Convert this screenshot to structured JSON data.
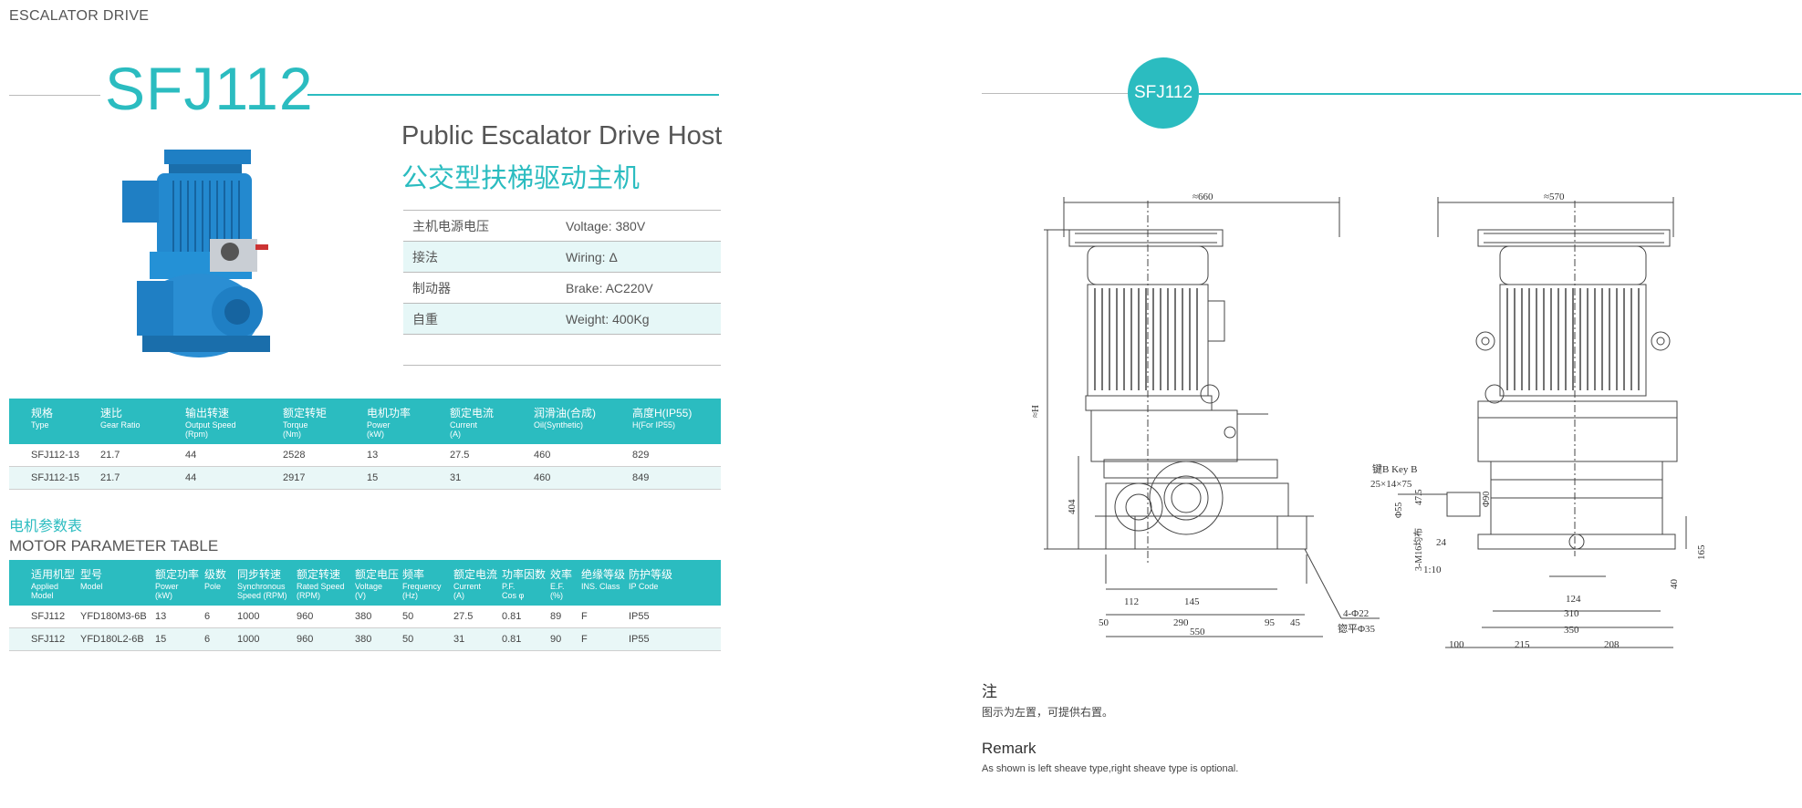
{
  "header": {
    "section": "ESCALATOR DRIVE"
  },
  "left": {
    "model": "SFJ112",
    "subtitle_en": "Public Escalator Drive Host",
    "subtitle_cn": "公交型扶梯驱动主机",
    "specs": [
      {
        "label": "主机电源电压",
        "value": "Voltage: 380V"
      },
      {
        "label": "接法",
        "value": "Wiring: Δ"
      },
      {
        "label": "制动器",
        "value": "Brake: AC220V"
      },
      {
        "label": "自重",
        "value": "Weight: 400Kg"
      }
    ]
  },
  "drive_table": {
    "headers": [
      {
        "cn": "规格",
        "en": "Type"
      },
      {
        "cn": "速比",
        "en": "Gear Ratio"
      },
      {
        "cn": "输出转速",
        "en": "Output Speed (Rpm)"
      },
      {
        "cn": "额定转矩",
        "en": "Torque (Nm)"
      },
      {
        "cn": "电机功率",
        "en": "Power (kW)"
      },
      {
        "cn": "额定电流",
        "en": "Current (A)"
      },
      {
        "cn": "润滑油(合成)",
        "en": "Oil(Synthetic)"
      },
      {
        "cn": "高度H(IP55)",
        "en": "H(For IP55)"
      }
    ],
    "rows": [
      [
        "SFJ112-13",
        "21.7",
        "44",
        "2528",
        "13",
        "27.5",
        "460",
        "829"
      ],
      [
        "SFJ112-15",
        "21.7",
        "44",
        "2917",
        "15",
        "31",
        "460",
        "849"
      ]
    ]
  },
  "motor": {
    "title_cn": "电机参数表",
    "title_en": "MOTOR PARAMETER TABLE",
    "headers": [
      {
        "cn": "适用机型",
        "en": "Applied Model"
      },
      {
        "cn": "型号",
        "en": "Model"
      },
      {
        "cn": "额定功率",
        "en": "Power (kW)"
      },
      {
        "cn": "级数",
        "en": "Pole"
      },
      {
        "cn": "同步转速",
        "en": "Synchronous Speed (RPM)"
      },
      {
        "cn": "额定转速",
        "en": "Rated Speed (RPM)"
      },
      {
        "cn": "额定电压",
        "en": "Voltage (V)"
      },
      {
        "cn": "频率",
        "en": "Frequency (Hz)"
      },
      {
        "cn": "额定电流",
        "en": "Current (A)"
      },
      {
        "cn": "功率因数",
        "en": "P.F. Cos φ"
      },
      {
        "cn": "效率",
        "en": "E.F. (%)"
      },
      {
        "cn": "绝缘等级",
        "en": "INS. Class"
      },
      {
        "cn": "防护等级",
        "en": "IP Code"
      }
    ],
    "rows": [
      [
        "SFJ112",
        "YFD180M3-6B",
        "13",
        "6",
        "1000",
        "960",
        "380",
        "50",
        "27.5",
        "0.81",
        "89",
        "F",
        "IP55"
      ],
      [
        "SFJ112",
        "YFD180L2-6B",
        "15",
        "6",
        "1000",
        "960",
        "380",
        "50",
        "31",
        "0.81",
        "90",
        "F",
        "IP55"
      ]
    ]
  },
  "right": {
    "badge": "SFJ112",
    "dims_front": {
      "width_top": "≈660",
      "height": "≈H",
      "h404": "404",
      "d50": "50",
      "d112": "112",
      "d145": "145",
      "d290": "290",
      "d95": "95",
      "d45": "45",
      "d550": "550",
      "holes": "4-Φ22",
      "spotface": "锪平Φ35"
    },
    "dims_side": {
      "width_top": "≈570",
      "key_cn": "键B Key B",
      "key_size": "25×14×75",
      "phi55": "Φ55",
      "d47_5": "47.5",
      "phi90": "Φ90",
      "d24": "24",
      "m16": "3-M16均布",
      "slope": "1:10",
      "d165": "165",
      "d40": "40",
      "d124": "124",
      "d310": "310",
      "d350": "350",
      "d100": "100",
      "d215": "215",
      "d208": "208"
    },
    "note_title": "注",
    "note_text": "图示为左置，可提供右置。",
    "remark_title": "Remark",
    "remark_text": "As shown is left sheave type,right sheave type is optional."
  },
  "colors": {
    "accent": "#2bbcc0",
    "motor_blue": "#1f7fc4"
  }
}
